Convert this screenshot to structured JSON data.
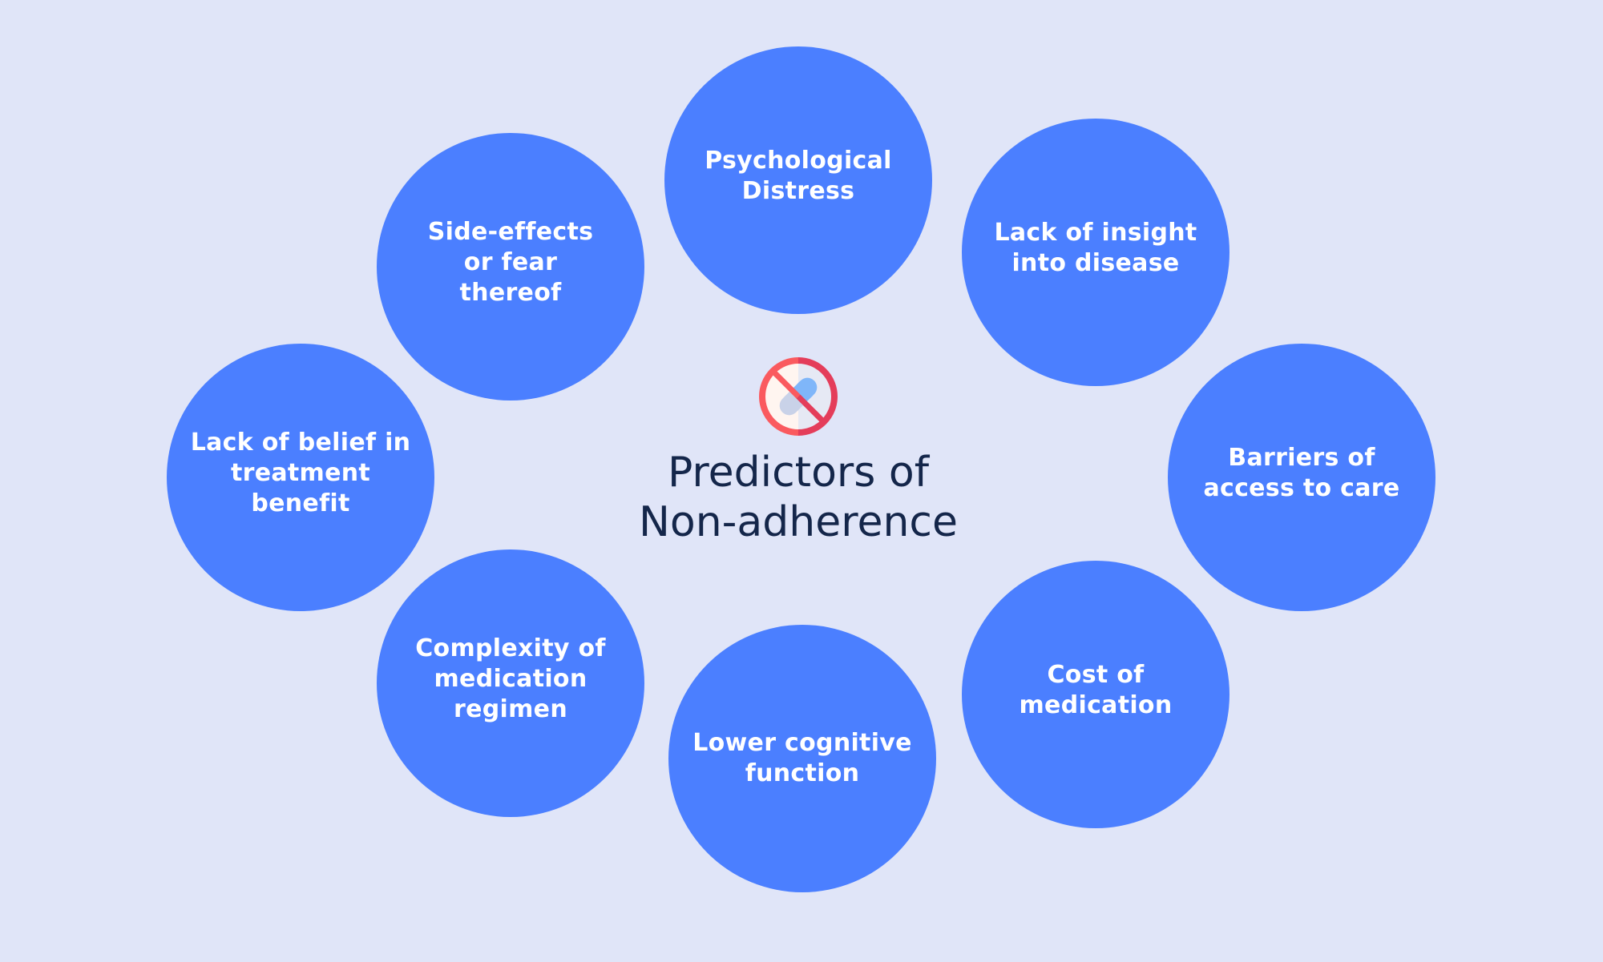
{
  "diagram": {
    "title": "Predictors of\nNon-adherence",
    "center_icon": "no-pill-icon",
    "colors": {
      "background": "#e0e5f8",
      "bubble": "#4b7fff",
      "bubble_text": "#ffffff",
      "title_text": "#14264a",
      "icon_ring_left": "#fa5a5f",
      "icon_ring_right": "#e43d5a",
      "pill_top": "#7fb6f9",
      "pill_bottom": "#c9d2e8"
    },
    "nodes": [
      {
        "id": "psychological-distress",
        "label": "Psychological\nDistress"
      },
      {
        "id": "lack-of-insight",
        "label": "Lack of insight\ninto disease"
      },
      {
        "id": "barriers-of-access",
        "label": "Barriers of\naccess to care"
      },
      {
        "id": "cost-of-medication",
        "label": "Cost of\nmedication"
      },
      {
        "id": "lower-cognitive-function",
        "label": "Lower cognitive\nfunction"
      },
      {
        "id": "complexity-of-regimen",
        "label": "Complexity of\nmedication\nregimen"
      },
      {
        "id": "lack-of-belief",
        "label": "Lack of belief in\ntreatment\nbenefit"
      },
      {
        "id": "side-effects",
        "label": "Side-effects\nor fear\nthereof"
      }
    ]
  }
}
